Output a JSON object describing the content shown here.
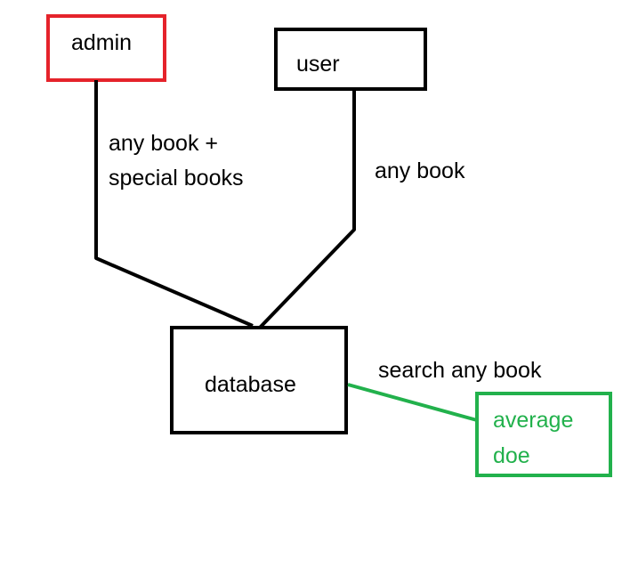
{
  "nodes": {
    "admin": {
      "label": "admin",
      "color": "#e5232b"
    },
    "user": {
      "label": "user",
      "color": "#000000"
    },
    "database": {
      "label": "database",
      "color": "#000000"
    },
    "average_doe": {
      "label_line1": "average",
      "label_line2": "doe",
      "color": "#22b14c"
    }
  },
  "edges": {
    "admin_to_database": {
      "label_line1": "any book +",
      "label_line2": "special books"
    },
    "user_to_database": {
      "label": "any book"
    },
    "database_to_average_doe": {
      "label": "search any book"
    }
  }
}
